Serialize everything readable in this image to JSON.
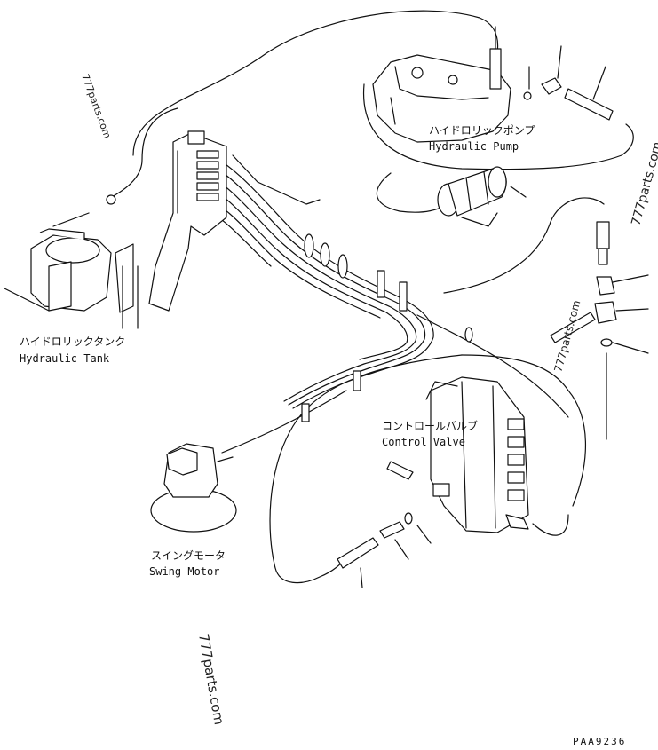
{
  "components": {
    "hydraulic_pump": {
      "label_jp": "ハイドロリックポンプ",
      "label_en": "Hydraulic Pump"
    },
    "hydraulic_tank": {
      "label_jp": "ハイドロリックタンク",
      "label_en": "Hydraulic Tank"
    },
    "control_valve": {
      "label_jp": "コントロールバルブ",
      "label_en": "Control Valve"
    },
    "swing_motor": {
      "label_jp": "スイングモータ",
      "label_en": "Swing Motor"
    }
  },
  "watermarks": [
    "777parts.com",
    "777parts.com",
    "777parts.com",
    "777parts.com"
  ],
  "drawing_code": "PAA9236",
  "colors": {
    "ink": "#111111",
    "paper": "#ffffff"
  }
}
